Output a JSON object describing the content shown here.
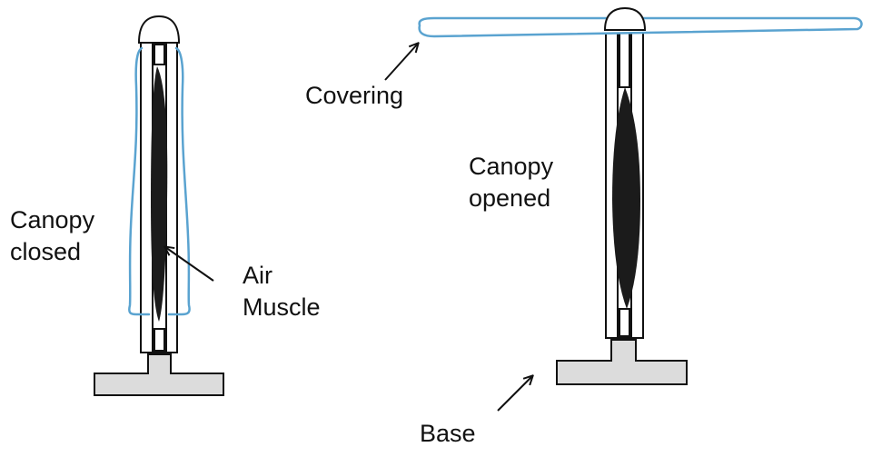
{
  "labels": {
    "canopy_closed": [
      "Canopy",
      "closed"
    ],
    "air_muscle": [
      "Air",
      "Muscle"
    ],
    "covering": "Covering",
    "canopy_opened": [
      "Canopy",
      "opened"
    ],
    "base": "Base"
  },
  "colors": {
    "covering": "#5aa3d0",
    "base_fill": "#dcdcdc",
    "outline": "#111111",
    "muscle": "#1b1b1b",
    "background": "#ffffff"
  }
}
